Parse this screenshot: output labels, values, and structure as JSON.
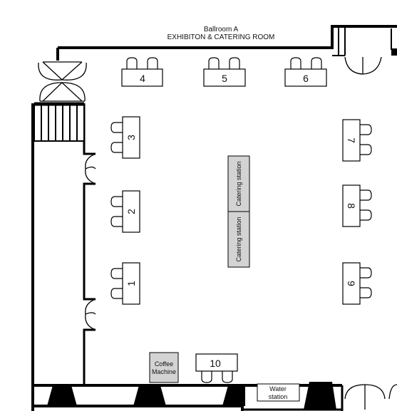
{
  "title": {
    "line1": "Ballroom A",
    "line2": "EXHIBITON & CATERING ROOM"
  },
  "booths": [
    {
      "number": "1"
    },
    {
      "number": "2"
    },
    {
      "number": "3"
    },
    {
      "number": "4"
    },
    {
      "number": "5"
    },
    {
      "number": "6"
    },
    {
      "number": "7"
    },
    {
      "number": "8"
    },
    {
      "number": "9"
    },
    {
      "number": "10"
    }
  ],
  "catering": {
    "upper_label": "Catering station",
    "lower_label": "Catering station"
  },
  "coffee": {
    "line1": "Coffee",
    "line2": "Machine"
  },
  "water": {
    "line1": "Water",
    "line2": "station"
  },
  "colors": {
    "wall": "#000000",
    "station_fill": "#d3d3d3",
    "table_fill": "#ffffff"
  }
}
